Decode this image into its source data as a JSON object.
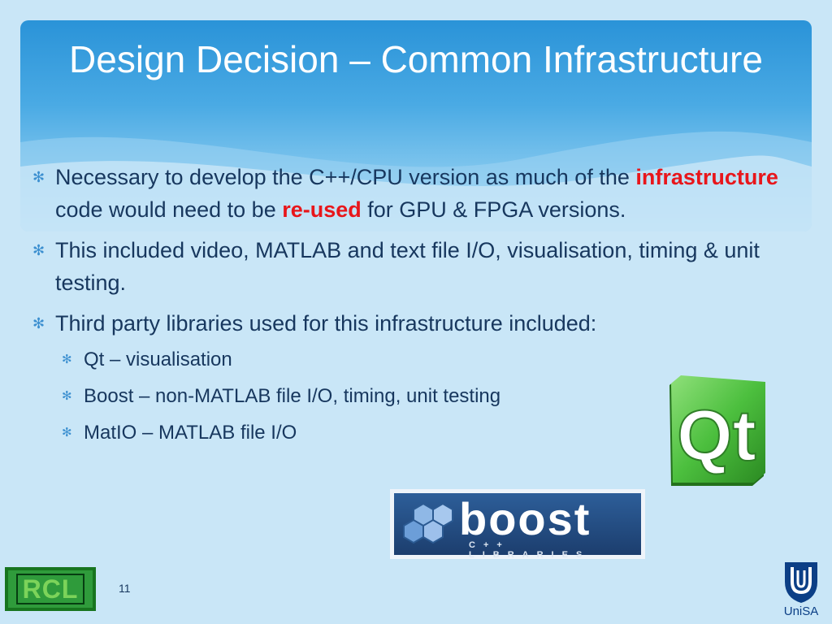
{
  "slide": {
    "title": "Design Decision – Common Infrastructure",
    "bullets": [
      {
        "parts": [
          "Necessary to develop the C++/CPU version as much of the ",
          "infrastructure",
          " code would need to be ",
          "re-used",
          " for GPU & FPGA versions."
        ]
      },
      {
        "text": "This included video, MATLAB and text file I/O, visualisation, timing & unit testing."
      },
      {
        "text": "Third party libraries used for this infrastructure included:"
      }
    ],
    "sub_bullets": [
      "Qt – visualisation",
      "Boost – non-MATLAB file I/O, timing, unit testing",
      "MatIO – MATLAB file I/O"
    ],
    "page_number": "11"
  },
  "logos": {
    "qt": "Qt",
    "boost": {
      "word": "boost",
      "sub": "C++ LIBRARIES"
    },
    "rcl": "RCL",
    "unisa": "UniSA"
  },
  "icons": {
    "bullet": "asterisk-bullet-icon",
    "unisa_mark": "unisa-shield-icon"
  },
  "colors": {
    "title_band": "#2a93d8",
    "background": "#c9e6f7",
    "body_text": "#17375e",
    "emphasis": "#e8161b",
    "bullet": "#3b8fd0",
    "qt_green": "#41cd52"
  }
}
